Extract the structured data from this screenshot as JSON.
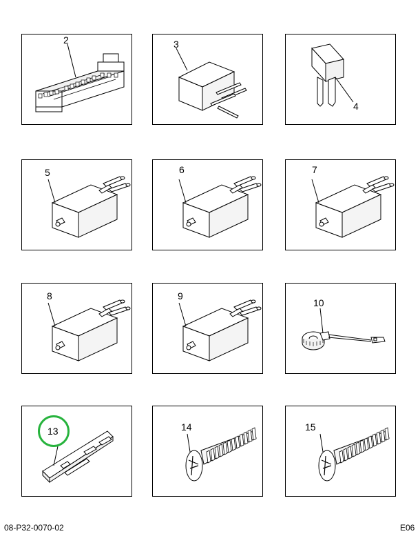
{
  "page": {
    "footer_left": "08-P32-0070-02",
    "footer_right": "E06"
  },
  "panels": [
    {
      "label": "2",
      "part": "fuse-relay-block"
    },
    {
      "label": "3",
      "part": "relay-cube"
    },
    {
      "label": "4",
      "part": "mini-fuse"
    },
    {
      "label": "5",
      "part": "relay"
    },
    {
      "label": "6",
      "part": "relay"
    },
    {
      "label": "7",
      "part": "relay"
    },
    {
      "label": "8",
      "part": "relay"
    },
    {
      "label": "9",
      "part": "relay"
    },
    {
      "label": "10",
      "part": "sensor-ring-with-lead"
    },
    {
      "label": "13",
      "part": "bracket-strip",
      "highlighted": true
    },
    {
      "label": "14",
      "part": "screw"
    },
    {
      "label": "15",
      "part": "screw"
    }
  ],
  "colors": {
    "highlight_ring": "#27b33d",
    "line": "#000000",
    "face_light": "#ffffff",
    "face_shade": "#e6e6e6"
  }
}
